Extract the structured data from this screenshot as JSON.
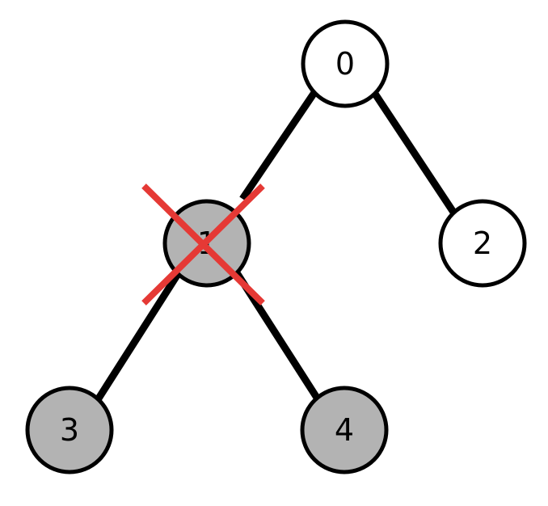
{
  "colors": {
    "edge": "#000000",
    "node_stroke": "#000000",
    "node_default_fill": "#ffffff",
    "node_removed_fill": "#b3b3b3",
    "cross_mark": "#e53935",
    "label": "#000000"
  },
  "tree": {
    "nodes": [
      {
        "id": "0",
        "label": "0",
        "removed": false
      },
      {
        "id": "1",
        "label": "1",
        "removed": true
      },
      {
        "id": "2",
        "label": "2",
        "removed": false
      },
      {
        "id": "3",
        "label": "3",
        "removed": true
      },
      {
        "id": "4",
        "label": "4",
        "removed": true
      }
    ],
    "edges": [
      {
        "from": "0",
        "to": "1"
      },
      {
        "from": "0",
        "to": "2"
      },
      {
        "from": "1",
        "to": "3"
      },
      {
        "from": "1",
        "to": "4"
      }
    ],
    "crossed_out": "1"
  }
}
